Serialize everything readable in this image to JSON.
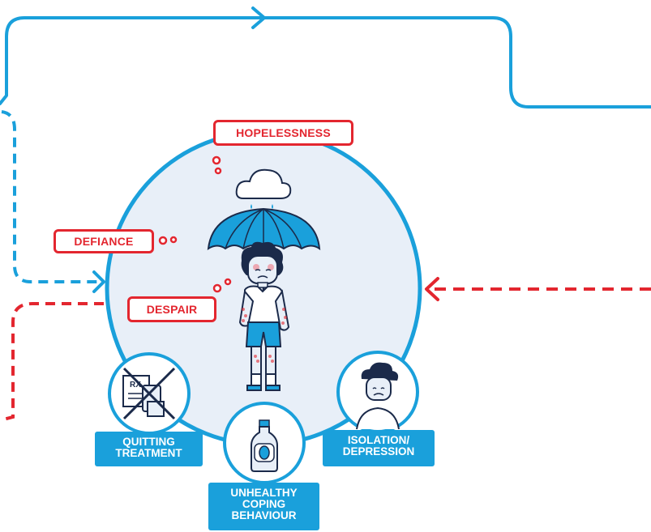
{
  "thought_labels": {
    "hopelessness": "HOPELESSNESS",
    "defiance": "DEFIANCE",
    "despair": "DESPAIR"
  },
  "outcomes": {
    "quitting": {
      "line1": "QUITTING",
      "line2": "TREATMENT",
      "icon": "crossed-out-prescription-icon"
    },
    "isolation": {
      "line1": "ISOLATION/",
      "line2": "DEPRESSION",
      "icon": "sad-person-under-cloud-icon"
    },
    "unhealthy": {
      "line1": "UNHEALTHY",
      "line2": "COPING",
      "line3": "BEHAVIOUR",
      "icon": "bottle-icon"
    }
  },
  "colors": {
    "blue": "#1aa0db",
    "red": "#e3262f",
    "circle_fill": "#e8eff8",
    "dark": "#1b2a4a"
  }
}
